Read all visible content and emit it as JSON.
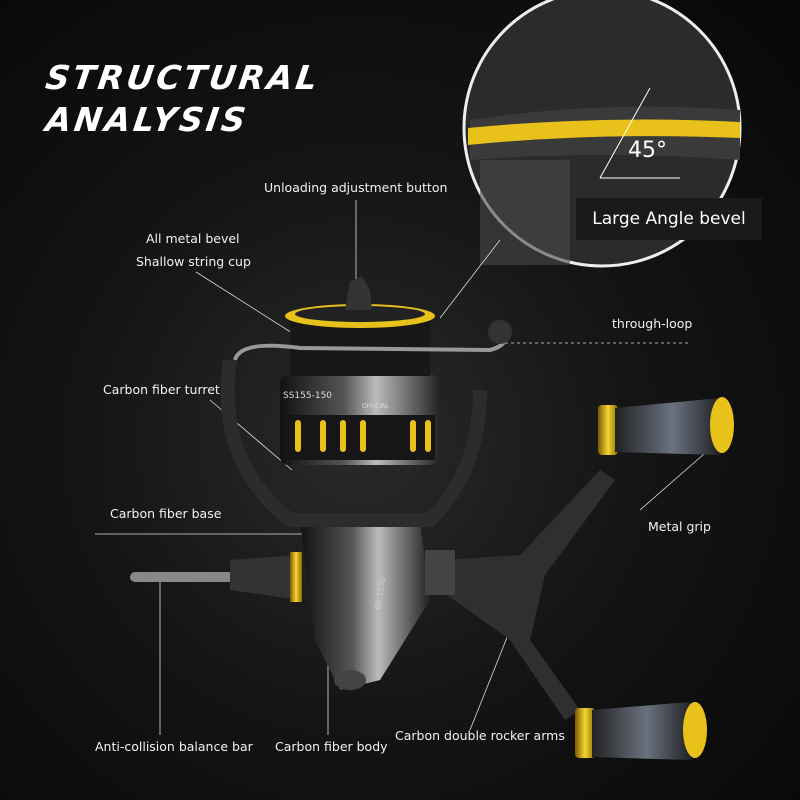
{
  "title": {
    "line1": "STRUCTURAL",
    "line2": "ANALYSIS"
  },
  "inset": {
    "angle": "45°",
    "caption": "Large Angle bevel"
  },
  "labels": {
    "unloading": "Unloading adjustment button",
    "bevel1": "All metal bevel",
    "bevel2": "Shallow string cup",
    "through_loop": "through-loop",
    "turret": "Carbon fiber turret",
    "base": "Carbon fiber base",
    "grip": "Metal grip",
    "balance_bar": "Anti-collision balance bar",
    "body": "Carbon fiber body",
    "rocker": "Carbon double rocker arms"
  },
  "reel": {
    "spool_model": "SS155-150",
    "spool_brand": "OFFICIAL",
    "body_model": "BS 1500"
  },
  "colors": {
    "gold": "#e8c21a",
    "background": "#0d0d0d"
  }
}
